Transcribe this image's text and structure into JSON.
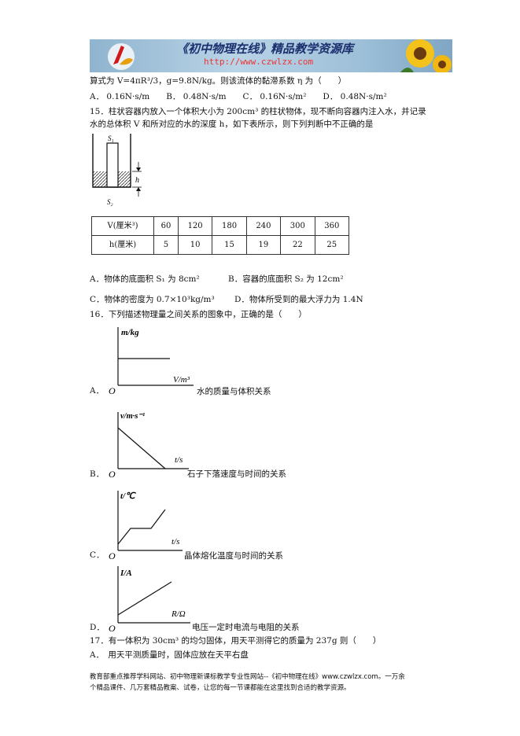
{
  "header": {
    "title": "《初中物理在线》精品教学资源库",
    "url": "http://www.czwlzx.com"
  },
  "q14": {
    "line1": "算式为 V=4πR³/3，g=9.8N/kg。则该流体的黏滞系数 η 为（　　）",
    "options": "A． 0.16N·s/m　　B． 0.48N·s/m　　C． 0.16N·s/m²　　D． 0.48N·s/m²"
  },
  "q15": {
    "line1": "15．柱状容器内放入一个体积大小为 200cm³ 的柱状物体，现不断向容器内注入水，并记录",
    "line2": "水的总体积 V 和所对应的水的深度 h，如下表所示，则下列判断中不正确的是",
    "figure": {
      "s1": "S₁",
      "s2": "S₂",
      "h": "h"
    },
    "table": {
      "row1_label": "V(厘米³)",
      "row1_values": [
        "60",
        "120",
        "180",
        "240",
        "300",
        "360"
      ],
      "row2_label": "h(厘米)",
      "row2_values": [
        "5",
        "10",
        "15",
        "19",
        "22",
        "25"
      ]
    },
    "option_a": "A．物体的底面积 S₁ 为 8cm²",
    "option_b": "B．容器的底面积 S₂ 为 12cm²",
    "option_c": "C．物体的密度为 0.7×10³kg/m³",
    "option_d": "D．物体所受到的最大浮力为 1.4N"
  },
  "q16": {
    "line1": "16．下列描述物理量之间关系的图象中，正确的是（　　）",
    "graphs": [
      {
        "letter": "A．",
        "origin": "O",
        "ylabel": "m/kg",
        "xlabel": "V/m³",
        "caption": "水的质量与体积关系"
      },
      {
        "letter": "B．",
        "origin": "O",
        "ylabel": "v/m·s⁻¹",
        "xlabel": "t/s",
        "caption": "石子下落速度与时间的关系"
      },
      {
        "letter": "C．",
        "origin": "O",
        "ylabel": "t/℃",
        "xlabel": "t/s",
        "caption": "晶体熔化温度与时间的关系"
      },
      {
        "letter": "D．",
        "origin": "O",
        "ylabel": "I/A",
        "xlabel": "R/Ω",
        "caption": "电压一定时电流与电阻的关系"
      }
    ]
  },
  "q17": {
    "line1": "17．有一体积为 30cm³ 的均匀固体，用天平测得它的质量为 237g 则（　　）",
    "option_a": "A．　用天平测质量时，固体应放在天平右盘"
  },
  "footer": {
    "line1": "教育部重点推荐学科网站、初中物理新课标教学专业性网站--《初中物理在线》www.czwlzx.com。一万余",
    "line2": "个精品课件、几万套精品教案、试卷，让您的每一节课都能在这里找到合适的教学资源。"
  }
}
